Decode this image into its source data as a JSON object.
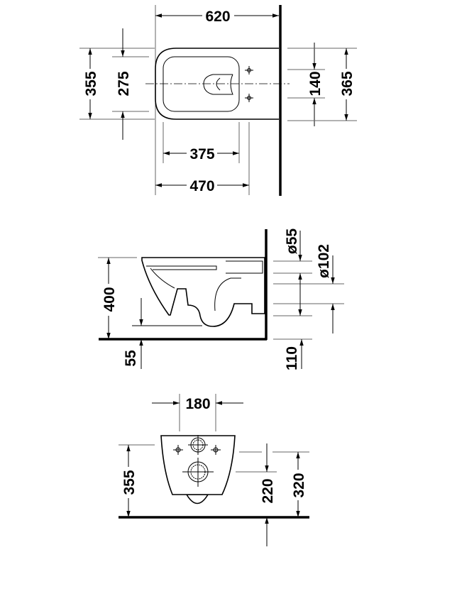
{
  "top_view": {
    "width_620": "620",
    "width_355": "355",
    "seat_275": "275",
    "bolt_140": "140",
    "width_365": "365",
    "inner_375": "375",
    "length_470": "470"
  },
  "side_view": {
    "height_400": "400",
    "clearance_55": "55",
    "pipe_d55": "ø55",
    "pipe_d102": "ø102",
    "height_110": "110"
  },
  "front_view": {
    "spacing_180": "180",
    "height_355": "355",
    "height_220": "220",
    "height_320": "320"
  }
}
